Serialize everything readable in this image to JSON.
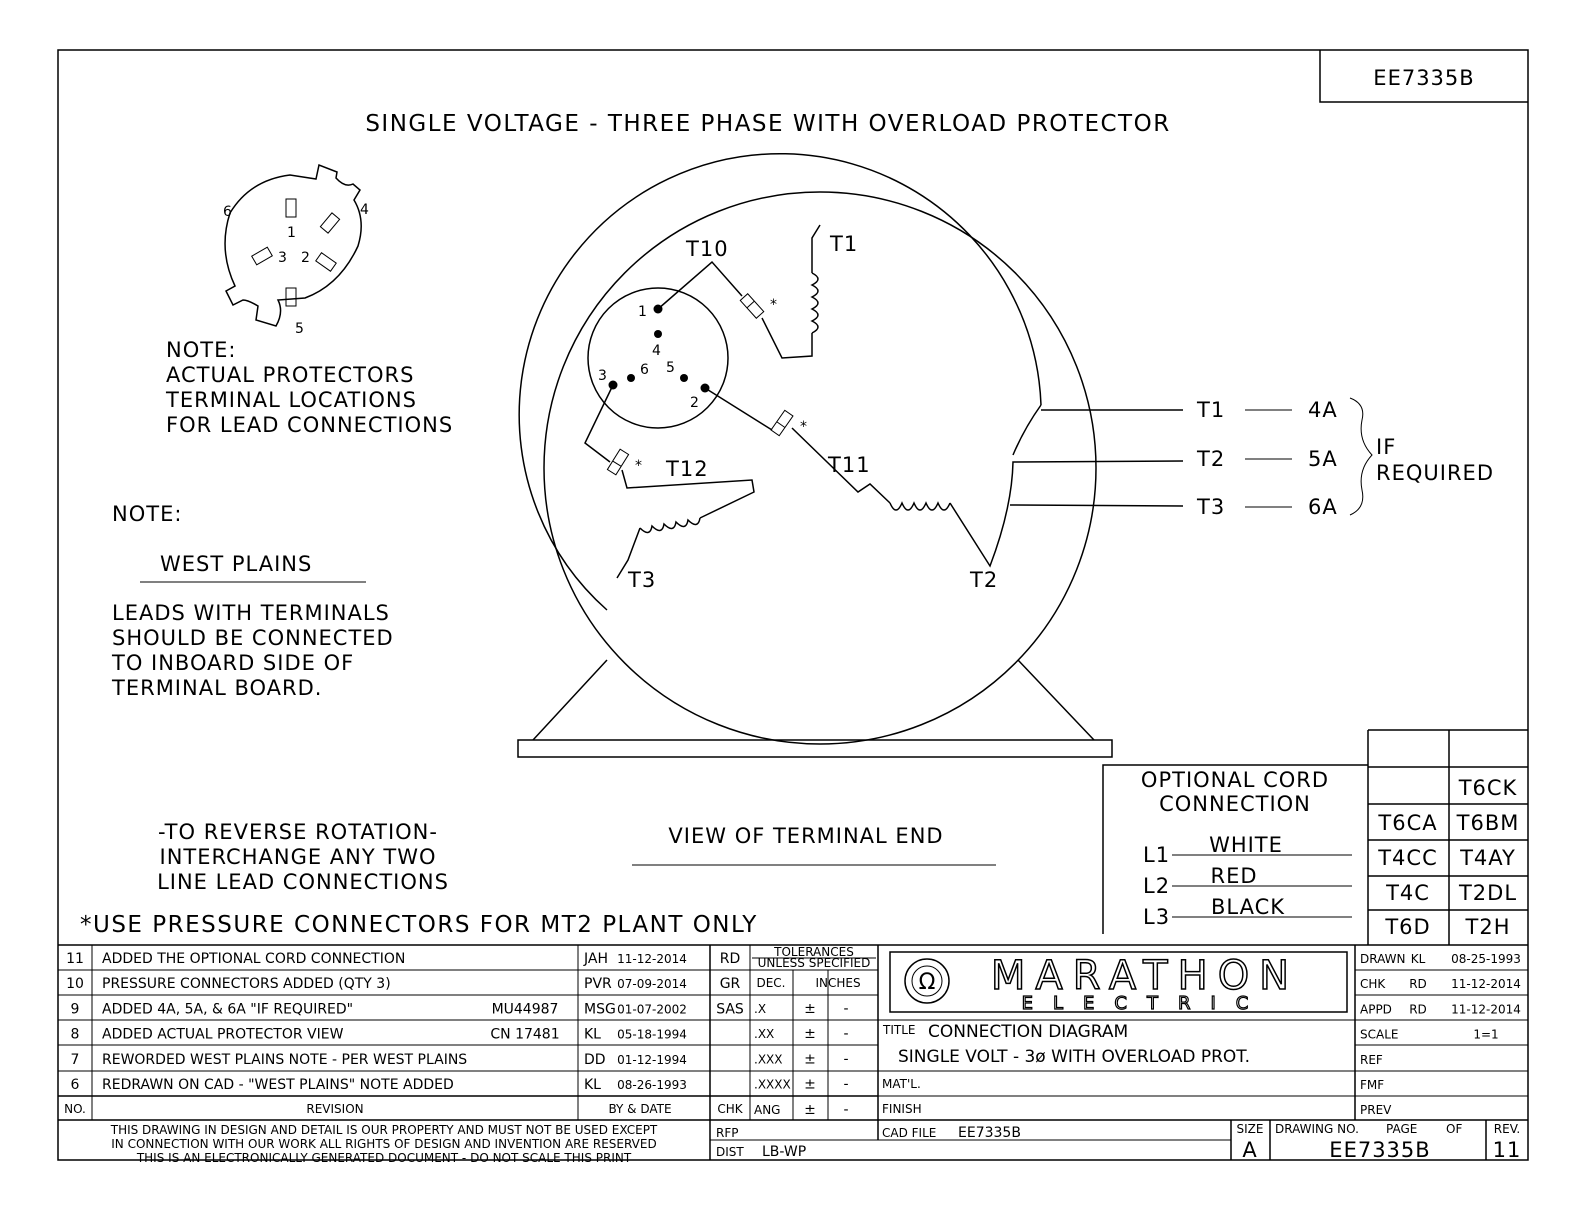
{
  "drawing_no_top": "EE7335B",
  "title": "SINGLE VOLTAGE - THREE PHASE WITH OVERLOAD PROTECTOR",
  "protector": {
    "terminals": [
      "1",
      "2",
      "3",
      "4",
      "5",
      "6"
    ],
    "note_label": "NOTE:",
    "note_lines": [
      "ACTUAL PROTECTORS",
      "TERMINAL LOCATIONS",
      "FOR LEAD CONNECTIONS"
    ]
  },
  "west_plains": {
    "note_label": "NOTE:",
    "heading": "WEST PLAINS",
    "lines": [
      "LEADS WITH TERMINALS",
      "SHOULD BE CONNECTED",
      "TO INBOARD SIDE OF",
      "TERMINAL BOARD."
    ]
  },
  "reverse": {
    "lines": [
      "-TO REVERSE ROTATION-",
      "INTERCHANGE ANY TWO",
      "LINE LEAD CONNECTIONS"
    ]
  },
  "view_label": "VIEW OF TERMINAL END",
  "pressure_note": "*USE PRESSURE CONNECTORS FOR MT2 PLANT ONLY",
  "motor": {
    "leads": [
      "T10",
      "T1",
      "T11",
      "T12",
      "T3",
      "T2"
    ],
    "board_terminals": [
      "1",
      "2",
      "3",
      "4",
      "5",
      "6"
    ],
    "star": "*",
    "outputs": [
      {
        "lead": "T1",
        "alt": "4A"
      },
      {
        "lead": "T2",
        "alt": "5A"
      },
      {
        "lead": "T3",
        "alt": "6A"
      }
    ],
    "if_required": [
      "IF",
      "REQUIRED"
    ]
  },
  "cord": {
    "heading": [
      "OPTIONAL CORD",
      "CONNECTION"
    ],
    "lines": [
      {
        "l": "L1",
        "color": "WHITE"
      },
      {
        "l": "L2",
        "color": "RED"
      },
      {
        "l": "L3",
        "color": "BLACK"
      }
    ]
  },
  "codes": {
    "left": [
      "",
      "",
      "T6CA",
      "T4CC",
      "T4C",
      "T6D"
    ],
    "right": [
      "",
      "T6CK",
      "T6BM",
      "T4AY",
      "T2DL",
      "T2H"
    ]
  },
  "revisions": [
    {
      "no": "11",
      "desc": "ADDED THE  OPTIONAL CORD CONNECTION",
      "ref": "",
      "by": "JAH",
      "date": "11-12-2014",
      "chk": "RD"
    },
    {
      "no": "10",
      "desc": "PRESSURE CONNECTORS ADDED (QTY 3)",
      "ref": "",
      "by": "PVR",
      "date": "07-09-2014",
      "chk": "GR"
    },
    {
      "no": "9",
      "desc": "ADDED 4A, 5A, & 6A \"IF REQUIRED\"",
      "ref": "MU44987",
      "by": "MSG",
      "date": "01-07-2002",
      "chk": "SAS"
    },
    {
      "no": "8",
      "desc": "ADDED ACTUAL PROTECTOR VIEW",
      "ref": "CN 17481",
      "by": "KL",
      "date": "05-18-1994",
      "chk": ""
    },
    {
      "no": "7",
      "desc": "REWORDED WEST PLAINS NOTE - PER WEST PLAINS",
      "ref": "",
      "by": "DD",
      "date": "01-12-1994",
      "chk": ""
    },
    {
      "no": "6",
      "desc": "REDRAWN ON CAD - \"WEST PLAINS\" NOTE ADDED",
      "ref": "",
      "by": "KL",
      "date": "08-26-1993",
      "chk": ""
    }
  ],
  "rev_header": {
    "no": "NO.",
    "revision": "REVISION",
    "by_date": "BY & DATE",
    "chk": "CHK"
  },
  "tolerances": {
    "header": [
      "TOLERANCES",
      "UNLESS SPECIFIED"
    ],
    "dec": "DEC.",
    "inches": "INCHES",
    "rows": [
      {
        "label": ".X",
        "pm": "±",
        "val": "-"
      },
      {
        "label": ".XX",
        "pm": "±",
        "val": "-"
      },
      {
        "label": ".XXX",
        "pm": "±",
        "val": "-"
      },
      {
        "label": ".XXXX",
        "pm": "±",
        "val": "-"
      },
      {
        "label": "ANG",
        "pm": "±",
        "val": "-"
      }
    ]
  },
  "logo": {
    "line1": "MARATHON",
    "line2": "ELECTRIC"
  },
  "title_block": {
    "title_label": "TITLE",
    "title_1": "CONNECTION DIAGRAM",
    "title_2": "SINGLE VOLT - 3ø WITH OVERLOAD PROT.",
    "matl": "MAT'L.",
    "finish": "FINISH",
    "cad_file_label": "CAD FILE",
    "cad_file": "EE7335B",
    "rfp": "RFP",
    "dist_label": "DIST",
    "dist": "LB-WP",
    "size_label": "SIZE",
    "size": "A",
    "drawing_no_label": "DRAWING NO.",
    "page_label": "PAGE",
    "of_label": "OF",
    "drawing_no": "EE7335B",
    "rev_label": "REV.",
    "rev": "11"
  },
  "signoffs": [
    {
      "label": "DRAWN",
      "who": "KL",
      "date": "08-25-1993"
    },
    {
      "label": "CHK",
      "who": "RD",
      "date": "11-12-2014"
    },
    {
      "label": "APPD",
      "who": "RD",
      "date": "11-12-2014"
    },
    {
      "label": "SCALE",
      "who": "",
      "date": "1=1"
    },
    {
      "label": "REF",
      "who": "",
      "date": ""
    },
    {
      "label": "FMF",
      "who": "",
      "date": ""
    },
    {
      "label": "PREV",
      "who": "",
      "date": ""
    }
  ],
  "legal": [
    "THIS DRAWING IN DESIGN AND DETAIL IS OUR PROPERTY AND MUST NOT BE USED EXCEPT",
    "IN CONNECTION WITH OUR WORK ALL RIGHTS OF DESIGN AND INVENTION ARE RESERVED",
    "THIS IS AN ELECTRONICALLY GENERATED DOCUMENT - DO NOT SCALE THIS PRINT"
  ]
}
